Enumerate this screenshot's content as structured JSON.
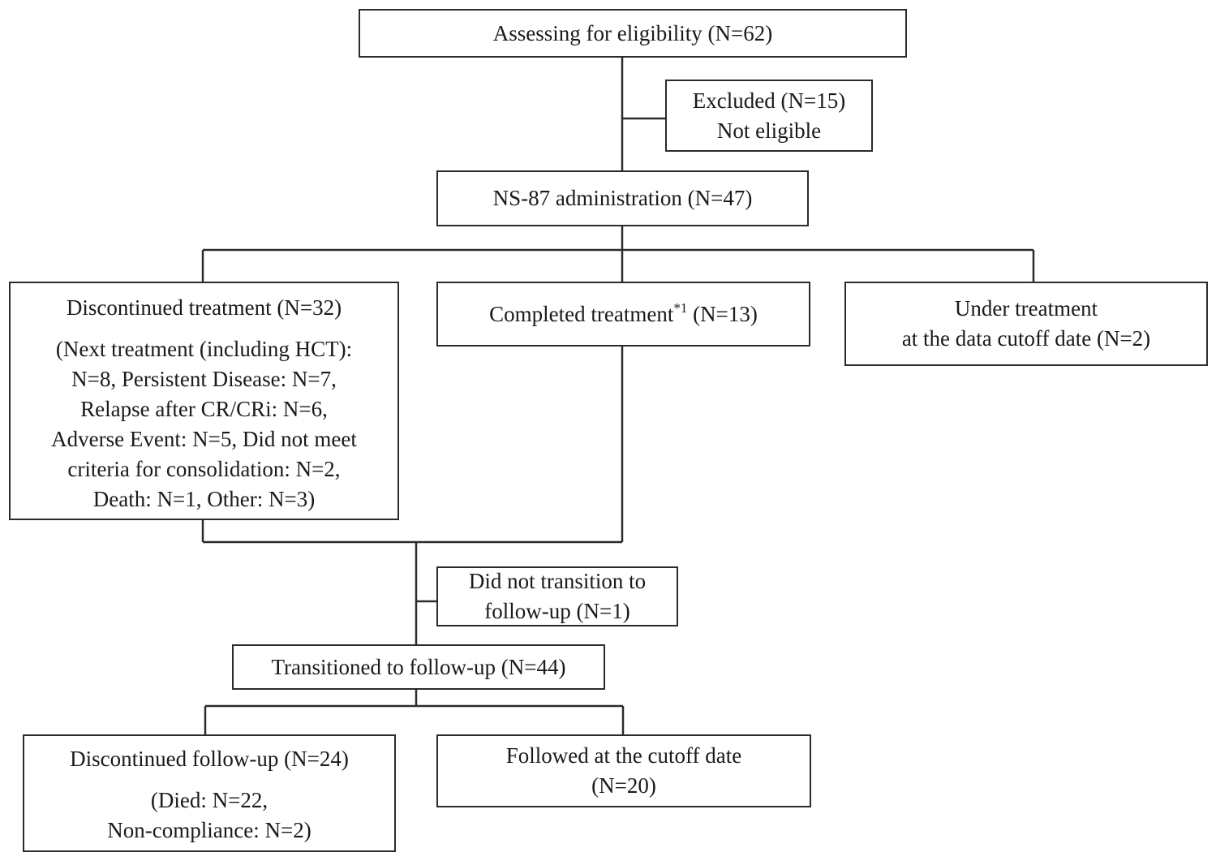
{
  "boxes": {
    "assessing": {
      "lines": [
        "Assessing for eligibility  (N=62)"
      ]
    },
    "excluded": {
      "lines": [
        "Excluded (N=15)",
        "Not eligible"
      ]
    },
    "administration": {
      "lines": [
        "NS-87 administration  (N=47)"
      ]
    },
    "discontinued_treatment": {
      "title": "Discontinued treatment (N=32)",
      "details": [
        "(Next treatment (including HCT):",
        "N=8, Persistent Disease: N=7,",
        "Relapse after CR/CRi: N=6,",
        "Adverse Event: N=5, Did not meet",
        "criteria  for consolidation: N=2,",
        "Death: N=1, Other: N=3)"
      ]
    },
    "completed_treatment": {
      "label": "Completed treatment",
      "superscript": "*1",
      "count": " (N=13)"
    },
    "under_treatment": {
      "lines": [
        "Under treatment",
        "at the data cutoff  date (N=2)"
      ]
    },
    "no_transition": {
      "lines": [
        "Did not transition to",
        "follow-up  (N=1)"
      ]
    },
    "transitioned": {
      "lines": [
        "Transitioned to follow-up (N=44)"
      ]
    },
    "discontinued_followup": {
      "title": "Discontinued follow-up (N=24)",
      "details": [
        "(Died: N=22,",
        "Non-compliance: N=2)"
      ]
    },
    "followed": {
      "lines": [
        "Followed at the cutoff date",
        "(N=20)"
      ]
    }
  },
  "colors": {
    "line": "#2b2b2b",
    "text": "#1a1a1a",
    "background": "#ffffff"
  }
}
